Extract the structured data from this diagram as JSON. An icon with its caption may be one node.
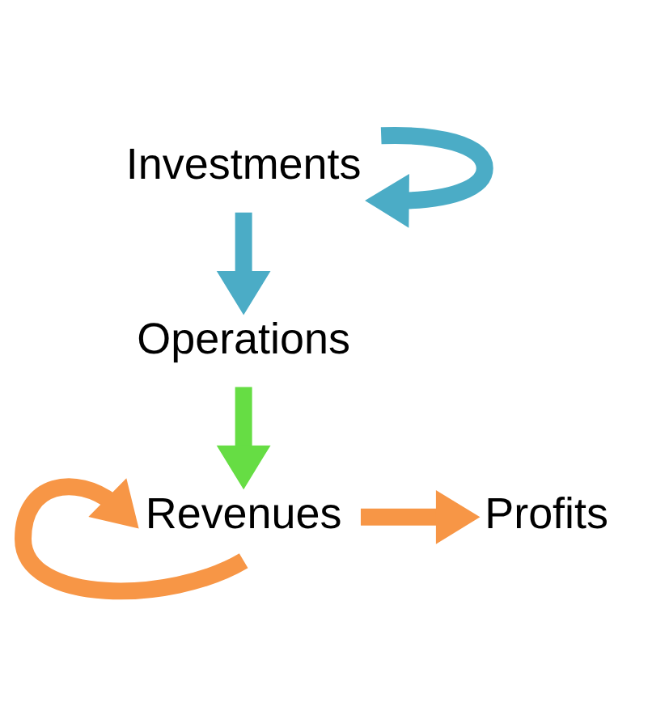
{
  "diagram": {
    "nodes": [
      {
        "text": [
          "Investments"
        ]
      },
      {
        "text": [
          "Operations"
        ]
      },
      {
        "text": [
          "Revenues"
        ]
      },
      {
        "text": [
          "Profits"
        ]
      }
    ],
    "edges": [
      {
        "from": 0,
        "to": 0,
        "arrow": "to",
        "color": "#4bacc6"
      },
      {
        "from": 0,
        "to": 1,
        "arrow": "to",
        "color": "#4bacc6"
      },
      {
        "from": 1,
        "to": 2,
        "arrow": "to",
        "color": "#66dd44"
      },
      {
        "from": 2,
        "to": 2,
        "arrow": "to",
        "color": "#f79646"
      },
      {
        "from": 2,
        "to": 3,
        "arrow": "to",
        "color": "#f79646"
      }
    ]
  }
}
